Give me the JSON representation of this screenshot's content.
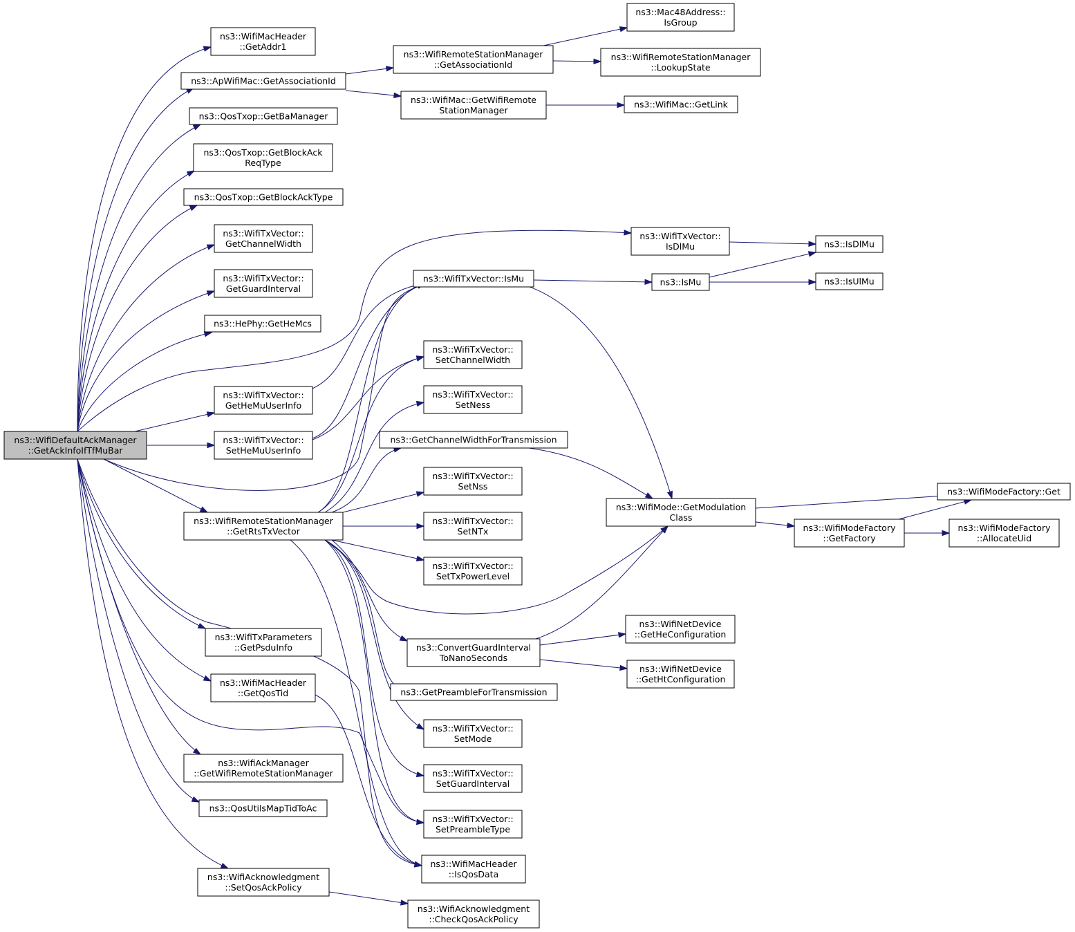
{
  "colors": {
    "edge": "#191970",
    "root_fill": "#bfbfbf",
    "node_fill": "#ffffff",
    "node_border": "#000000"
  },
  "nodes": [
    {
      "id": "root",
      "lines": [
        "ns3::WifiDefaultAckManager",
        "::GetAckInfoIfTfMuBar"
      ]
    },
    {
      "id": "getaddr1",
      "lines": [
        "ns3::WifiMacHeader",
        "::GetAddr1"
      ]
    },
    {
      "id": "getassocid_ap",
      "lines": [
        "ns3::ApWifiMac::GetAssociationId"
      ]
    },
    {
      "id": "getbamanager",
      "lines": [
        "ns3::QosTxop::GetBaManager"
      ]
    },
    {
      "id": "getbareqtype",
      "lines": [
        "ns3::QosTxop::GetBlockAck",
        "ReqType"
      ]
    },
    {
      "id": "getbatype",
      "lines": [
        "ns3::QosTxop::GetBlockAckType"
      ]
    },
    {
      "id": "getchwidth",
      "lines": [
        "ns3::WifiTxVector::",
        "GetChannelWidth"
      ]
    },
    {
      "id": "getgi",
      "lines": [
        "ns3::WifiTxVector::",
        "GetGuardInterval"
      ]
    },
    {
      "id": "gethemcs",
      "lines": [
        "ns3::HePhy::GetHeMcs"
      ]
    },
    {
      "id": "getheuser",
      "lines": [
        "ns3::WifiTxVector::",
        "GetHeMuUserInfo"
      ]
    },
    {
      "id": "setheuser",
      "lines": [
        "ns3::WifiTxVector::",
        "SetHeMuUserInfo"
      ]
    },
    {
      "id": "getrts",
      "lines": [
        "ns3::WifiRemoteStationManager",
        "::GetRtsTxVector"
      ]
    },
    {
      "id": "getpsdu",
      "lines": [
        "ns3::WifiTxParameters",
        "::GetPsduInfo"
      ]
    },
    {
      "id": "getqostid",
      "lines": [
        "ns3::WifiMacHeader",
        "::GetQosTid"
      ]
    },
    {
      "id": "ackgetwrsm",
      "lines": [
        "ns3::WifiAckManager",
        "::GetWifiRemoteStationManager"
      ]
    },
    {
      "id": "qosmap",
      "lines": [
        "ns3::QosUtilsMapTidToAc"
      ]
    },
    {
      "id": "setqosack",
      "lines": [
        "ns3::WifiAcknowledgment",
        "::SetQosAckPolicy"
      ]
    },
    {
      "id": "wrsm_assoc",
      "lines": [
        "ns3::WifiRemoteStationManager",
        "::GetAssociationId"
      ]
    },
    {
      "id": "mac_getwrsm",
      "lines": [
        "ns3::WifiMac::GetWifiRemote",
        "StationManager"
      ]
    },
    {
      "id": "isgroup",
      "lines": [
        "ns3::Mac48Address::",
        "IsGroup"
      ]
    },
    {
      "id": "lookupstate",
      "lines": [
        "ns3::WifiRemoteStationManager",
        "::LookupState"
      ]
    },
    {
      "id": "getlink",
      "lines": [
        "ns3::WifiMac::GetLink"
      ]
    },
    {
      "id": "txv_isdlmu",
      "lines": [
        "ns3::WifiTxVector::",
        "IsDlMu"
      ]
    },
    {
      "id": "txv_ismu",
      "lines": [
        "ns3::WifiTxVector::IsMu"
      ]
    },
    {
      "id": "ismu",
      "lines": [
        "ns3::IsMu"
      ]
    },
    {
      "id": "isdlmu",
      "lines": [
        "ns3::IsDlMu"
      ]
    },
    {
      "id": "isulmu",
      "lines": [
        "ns3::IsUlMu"
      ]
    },
    {
      "id": "setchwidth",
      "lines": [
        "ns3::WifiTxVector::",
        "SetChannelWidth"
      ]
    },
    {
      "id": "setness",
      "lines": [
        "ns3::WifiTxVector::",
        "SetNess"
      ]
    },
    {
      "id": "getchwtx",
      "lines": [
        "ns3::GetChannelWidthForTransmission"
      ]
    },
    {
      "id": "setnss",
      "lines": [
        "ns3::WifiTxVector::",
        "SetNss"
      ]
    },
    {
      "id": "setntx",
      "lines": [
        "ns3::WifiTxVector::",
        "SetNTx"
      ]
    },
    {
      "id": "settxpower",
      "lines": [
        "ns3::WifiTxVector::",
        "SetTxPowerLevel"
      ]
    },
    {
      "id": "convgi",
      "lines": [
        "ns3::ConvertGuardInterval",
        "ToNanoSeconds"
      ]
    },
    {
      "id": "getpreamble",
      "lines": [
        "ns3::GetPreambleForTransmission"
      ]
    },
    {
      "id": "setmode",
      "lines": [
        "ns3::WifiTxVector::",
        "SetMode"
      ]
    },
    {
      "id": "setgi",
      "lines": [
        "ns3::WifiTxVector::",
        "SetGuardInterval"
      ]
    },
    {
      "id": "setpreamble",
      "lines": [
        "ns3::WifiTxVector::",
        "SetPreambleType"
      ]
    },
    {
      "id": "isqosdata",
      "lines": [
        "ns3::WifiMacHeader",
        "::IsQosData"
      ]
    },
    {
      "id": "checkqosack",
      "lines": [
        "ns3::WifiAcknowledgment",
        "::CheckQosAckPolicy"
      ]
    },
    {
      "id": "getmodclass",
      "lines": [
        "ns3::WifiMode::GetModulation",
        "Class"
      ]
    },
    {
      "id": "getheconf",
      "lines": [
        "ns3::WifiNetDevice",
        "::GetHeConfiguration"
      ]
    },
    {
      "id": "gethtconf",
      "lines": [
        "ns3::WifiNetDevice",
        "::GetHtConfiguration"
      ]
    },
    {
      "id": "wmf_get",
      "lines": [
        "ns3::WifiModeFactory::Get"
      ]
    },
    {
      "id": "wmf_getfactory",
      "lines": [
        "ns3::WifiModeFactory",
        "::GetFactory"
      ]
    },
    {
      "id": "wmf_alloc",
      "lines": [
        "ns3::WifiModeFactory",
        "::AllocateUid"
      ]
    }
  ],
  "edges": [
    [
      "root",
      "getaddr1"
    ],
    [
      "root",
      "getassocid_ap"
    ],
    [
      "root",
      "getbamanager"
    ],
    [
      "root",
      "getbareqtype"
    ],
    [
      "root",
      "getbatype"
    ],
    [
      "root",
      "getchwidth"
    ],
    [
      "root",
      "getgi"
    ],
    [
      "root",
      "gethemcs"
    ],
    [
      "root",
      "txv_isdlmu"
    ],
    [
      "root",
      "getheuser"
    ],
    [
      "root",
      "setheuser"
    ],
    [
      "root",
      "getmodclass"
    ],
    [
      "root",
      "getrts"
    ],
    [
      "root",
      "isqosdata"
    ],
    [
      "root",
      "setpreamble"
    ],
    [
      "root",
      "getpsdu"
    ],
    [
      "root",
      "getqostid"
    ],
    [
      "root",
      "ackgetwrsm"
    ],
    [
      "root",
      "qosmap"
    ],
    [
      "root",
      "setqosack"
    ],
    [
      "getassocid_ap",
      "wrsm_assoc"
    ],
    [
      "getassocid_ap",
      "mac_getwrsm"
    ],
    [
      "wrsm_assoc",
      "isgroup"
    ],
    [
      "wrsm_assoc",
      "lookupstate"
    ],
    [
      "mac_getwrsm",
      "getlink"
    ],
    [
      "txv_isdlmu",
      "isdlmu"
    ],
    [
      "txv_ismu",
      "ismu"
    ],
    [
      "ismu",
      "isdlmu"
    ],
    [
      "ismu",
      "isulmu"
    ],
    [
      "getheuser",
      "txv_ismu"
    ],
    [
      "setheuser",
      "txv_ismu"
    ],
    [
      "setheuser",
      "setchwidth"
    ],
    [
      "getrts",
      "txv_ismu"
    ],
    [
      "getrts",
      "setchwidth"
    ],
    [
      "getrts",
      "setness"
    ],
    [
      "getrts",
      "getchwtx"
    ],
    [
      "getrts",
      "setnss"
    ],
    [
      "getrts",
      "setntx"
    ],
    [
      "getrts",
      "settxpower"
    ],
    [
      "getrts",
      "getmodclass"
    ],
    [
      "getrts",
      "convgi"
    ],
    [
      "getrts",
      "getpreamble"
    ],
    [
      "getrts",
      "setmode"
    ],
    [
      "getrts",
      "setgi"
    ],
    [
      "getrts",
      "setpreamble"
    ],
    [
      "getrts",
      "isqosdata"
    ],
    [
      "getchwtx",
      "getmodclass"
    ],
    [
      "convgi",
      "getmodclass"
    ],
    [
      "convgi",
      "getheconf"
    ],
    [
      "convgi",
      "gethtconf"
    ],
    [
      "getqostid",
      "isqosdata"
    ],
    [
      "setqosack",
      "checkqosack"
    ],
    [
      "getmodclass",
      "wmf_get"
    ],
    [
      "getmodclass",
      "wmf_getfactory"
    ],
    [
      "wmf_getfactory",
      "wmf_get"
    ],
    [
      "wmf_getfactory",
      "wmf_alloc"
    ]
  ]
}
